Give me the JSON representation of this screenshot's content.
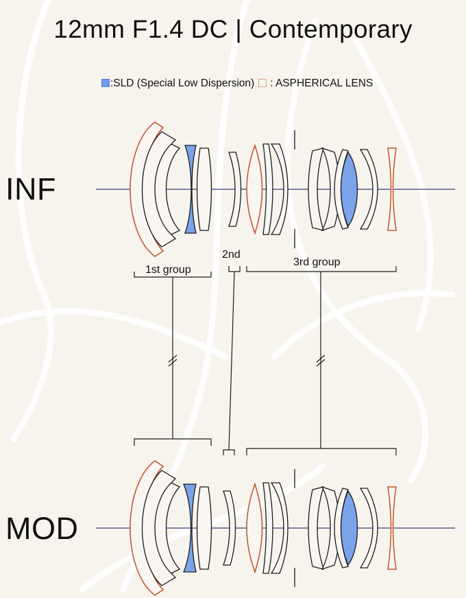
{
  "title": "12mm F1.4 DC | Contemporary",
  "legend": {
    "sld_label": ":SLD (Special Low Dispersion)",
    "aspherical_label": ": ASPHERICAL LENS"
  },
  "states": {
    "infinity": "INF",
    "minimum_focus": "MOD"
  },
  "groups": {
    "first": "1st group",
    "second": "2nd",
    "third": "3rd group"
  },
  "colors": {
    "background": "#f7f4ee",
    "sld_fill": "#7aa3ea",
    "aspherical_stroke": "#c25a35",
    "lens_stroke": "#1a1a1a",
    "optical_axis": "#3a3f7a",
    "watermark": "#ffffff"
  }
}
